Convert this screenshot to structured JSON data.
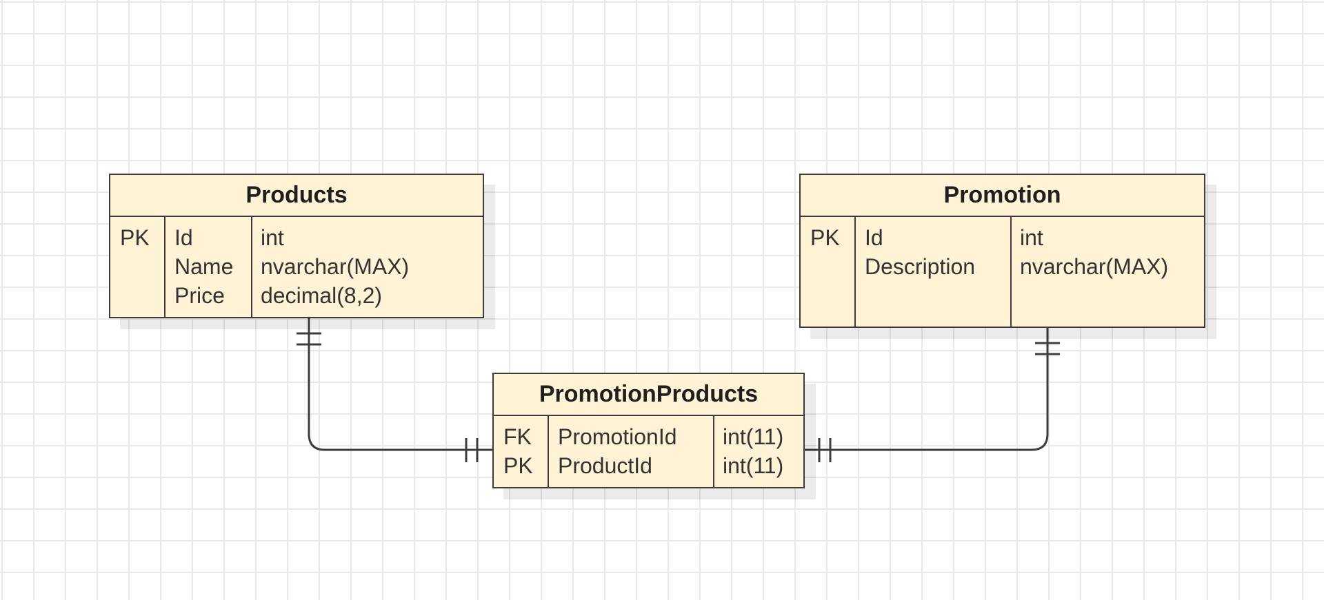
{
  "diagram": {
    "tables": [
      {
        "title": "Products",
        "keys": [
          "PK",
          "",
          ""
        ],
        "names": [
          "Id",
          "Name",
          "Price"
        ],
        "types": [
          "int",
          "nvarchar(MAX)",
          "decimal(8,2)"
        ]
      },
      {
        "title": "Promotion",
        "keys": [
          "PK",
          ""
        ],
        "names": [
          "Id",
          "Description"
        ],
        "types": [
          "int",
          "nvarchar(MAX)"
        ]
      },
      {
        "title": "PromotionProducts",
        "keys": [
          "FK",
          "PK"
        ],
        "names": [
          "PromotionId",
          "ProductId"
        ],
        "types": [
          "int(11)",
          "int(11)"
        ]
      }
    ],
    "relationships": [
      {
        "from": "Products",
        "to": "PromotionProducts",
        "cardinality": "one-and-only-one to one-and-only-one"
      },
      {
        "from": "Promotion",
        "to": "PromotionProducts",
        "cardinality": "one-and-only-one to one-and-only-one"
      }
    ],
    "colors": {
      "table_fill": "#fff2d5",
      "border": "#3c3c3c",
      "grid": "#e8e8e8",
      "connector": "#3c3c3c"
    }
  }
}
